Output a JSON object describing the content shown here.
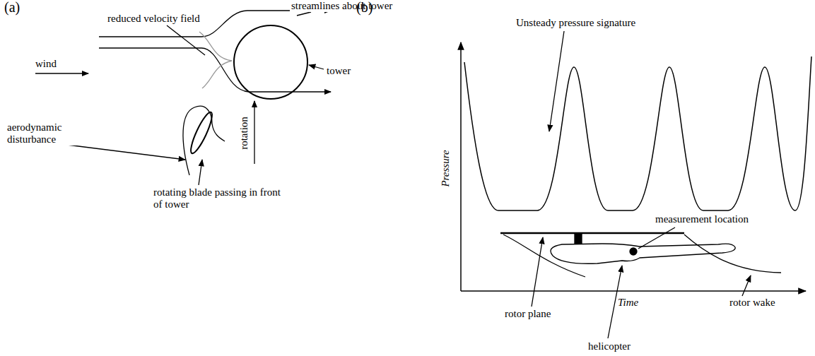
{
  "diagram": {
    "labels": [
      "(a)",
      "reduced velocity field",
      "streamlines about tower",
      "wind",
      "tower",
      "aerodynamic disturbance",
      "rotation",
      "rotating blade passing in front of tower",
      "(b)",
      "Unsteady pressure signature",
      "Pressure",
      "measurement location",
      "Time",
      "rotor plane",
      "helicopter",
      "rotor wake"
    ]
  }
}
